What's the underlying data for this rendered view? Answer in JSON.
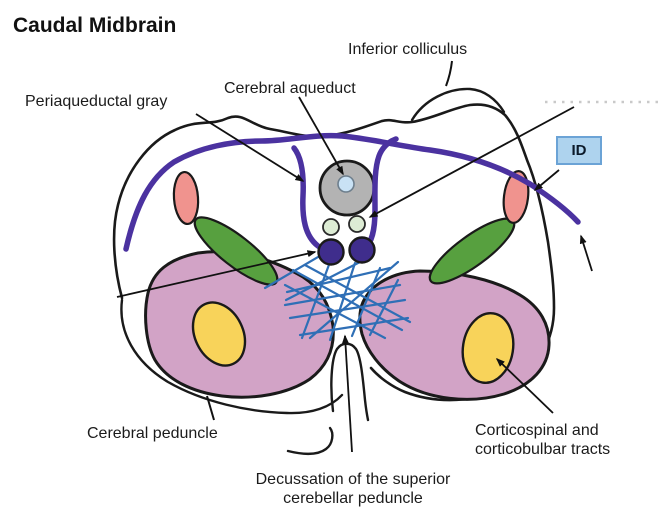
{
  "title": "Caudal Midbrain",
  "labels": {
    "inferior_colliculus": "Inferior colliculus",
    "cerebral_aqueduct": "Cerebral aqueduct",
    "periaqueductal_gray": "Periaqueductal gray",
    "id_tag": "ID",
    "cerebral_peduncle": "Cerebral peduncle",
    "decussation_line1": "Decussation of the superior",
    "decussation_line2": "cerebellar peduncle",
    "corticospinal_line1": "Corticospinal and",
    "corticospinal_line2": "corticobulbar tracts"
  },
  "colors": {
    "outline": "#1a1a1a",
    "trochlear_purple": "#4b32a0",
    "trochlear_nucleus": "#3f2d8c",
    "pag_gray": "#b3b3b3",
    "aqueduct_blue": "#c9e2f5",
    "pale_green": "#ddecd4",
    "pink_oval": "#f0938e",
    "green_oval": "#57a03f",
    "peduncle_mauve": "#d2a3c6",
    "yellow_tract": "#f8d35a",
    "decussation_blue": "#2f6fb6",
    "id_box_fill": "#aed3ee",
    "id_box_border": "#6ba3d6",
    "faded_line": "#c9c9c9"
  }
}
